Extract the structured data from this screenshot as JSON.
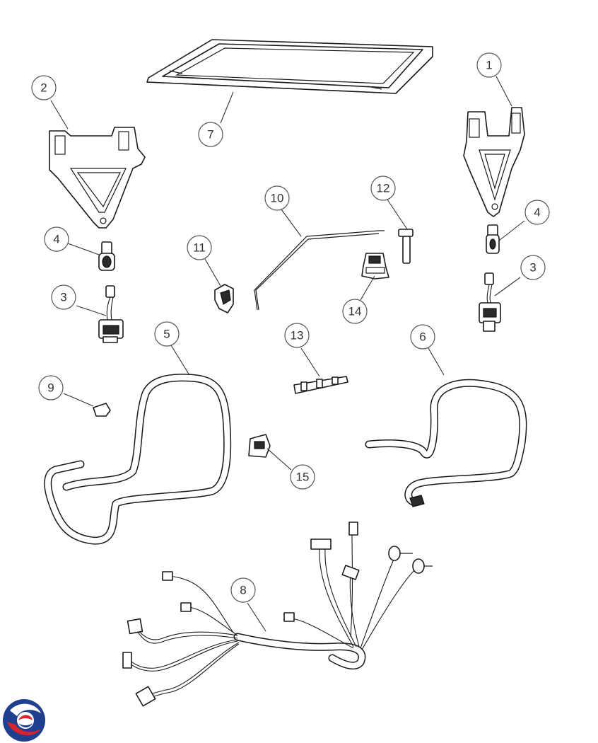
{
  "diagram": {
    "callouts": [
      {
        "id": "c1",
        "label": "1"
      },
      {
        "id": "c2",
        "label": "2"
      },
      {
        "id": "c3a",
        "label": "3"
      },
      {
        "id": "c3b",
        "label": "3"
      },
      {
        "id": "c4a",
        "label": "4"
      },
      {
        "id": "c4b",
        "label": "4"
      },
      {
        "id": "c5",
        "label": "5"
      },
      {
        "id": "c6",
        "label": "6"
      },
      {
        "id": "c7",
        "label": "7"
      },
      {
        "id": "c8",
        "label": "8"
      },
      {
        "id": "c9",
        "label": "9"
      },
      {
        "id": "c10",
        "label": "10"
      },
      {
        "id": "c11",
        "label": "11"
      },
      {
        "id": "c12",
        "label": "12"
      },
      {
        "id": "c13",
        "label": "13"
      },
      {
        "id": "c14",
        "label": "14"
      },
      {
        "id": "c15",
        "label": "15"
      }
    ],
    "logo": {
      "colors": [
        "#1f3f8f",
        "#d9232d"
      ]
    }
  }
}
